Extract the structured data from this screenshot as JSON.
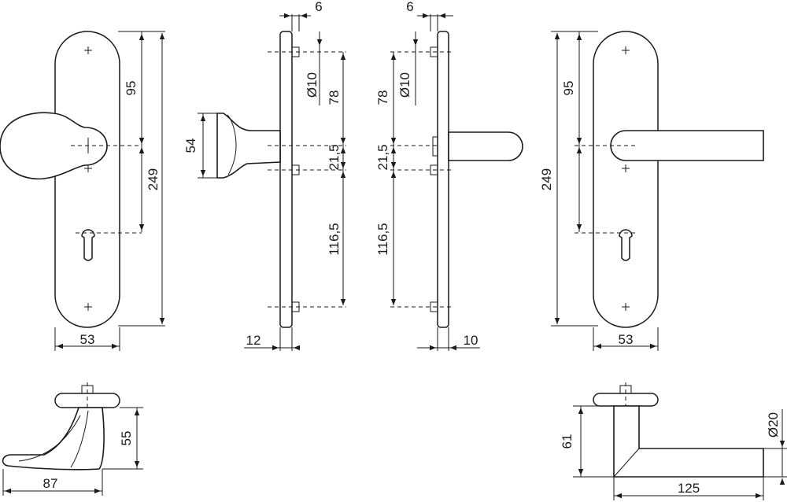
{
  "drawing": {
    "title": "",
    "colors": {
      "line": "#1a1a1a",
      "background": "#ffffff"
    },
    "dimensions": {
      "front_left_width": "53",
      "front_left_height": "249",
      "front_left_axis": "95",
      "side_left_knob_height": "54",
      "side_left_projection": "12",
      "side_offset_top_left": "6",
      "side_hole_dia_left": "Ø10",
      "side_seg1_left": "78",
      "side_seg2_left": "21,5",
      "side_seg3_left": "116,5",
      "side_offset_top_right": "6",
      "side_hole_dia_right": "Ø10",
      "side_seg1_right": "78",
      "side_seg2_right": "21,5",
      "side_seg3_right": "116,5",
      "side_right_projection": "10",
      "front_right_axis": "95",
      "front_right_height": "249",
      "front_right_width": "53",
      "knob_top_height": "55",
      "knob_top_length": "87",
      "lever_top_height": "61",
      "lever_top_diameter": "Ø20",
      "lever_top_length": "125"
    }
  }
}
